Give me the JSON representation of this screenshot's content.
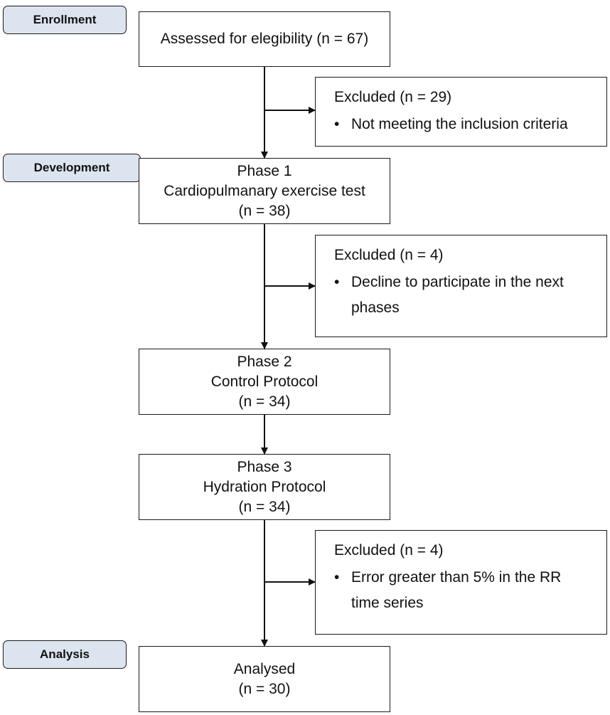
{
  "tags": {
    "enrollment": "Enrollment",
    "development": "Development",
    "analysis": "Analysis"
  },
  "boxes": {
    "assessed": "Assessed for elegibility (n = 67)",
    "phase1": {
      "line1": "Phase 1",
      "line2": "Cardiopulmanary exercise test",
      "line3": "(n = 38)"
    },
    "phase2": {
      "line1": "Phase 2",
      "line2": "Control Protocol",
      "line3": "(n = 34)"
    },
    "phase3": {
      "line1": "Phase 3",
      "line2": "Hydration Protocol",
      "line3": "(n = 34)"
    },
    "analysed": {
      "line1": "Analysed",
      "line2": "(n = 30)"
    }
  },
  "excluded": [
    {
      "head": "Excluded (n = 29)",
      "bullet": "•",
      "reason": "Not meeting the inclusion criteria"
    },
    {
      "head": "Excluded (n = 4)",
      "bullet": "•",
      "reason_line1": "Decline to participate in the next",
      "reason_line2": "phases"
    },
    {
      "head": "Excluded (n = 4)",
      "bullet": "•",
      "reason_line1": "Error greater than  5% in the RR",
      "reason_line2": "time series"
    }
  ]
}
